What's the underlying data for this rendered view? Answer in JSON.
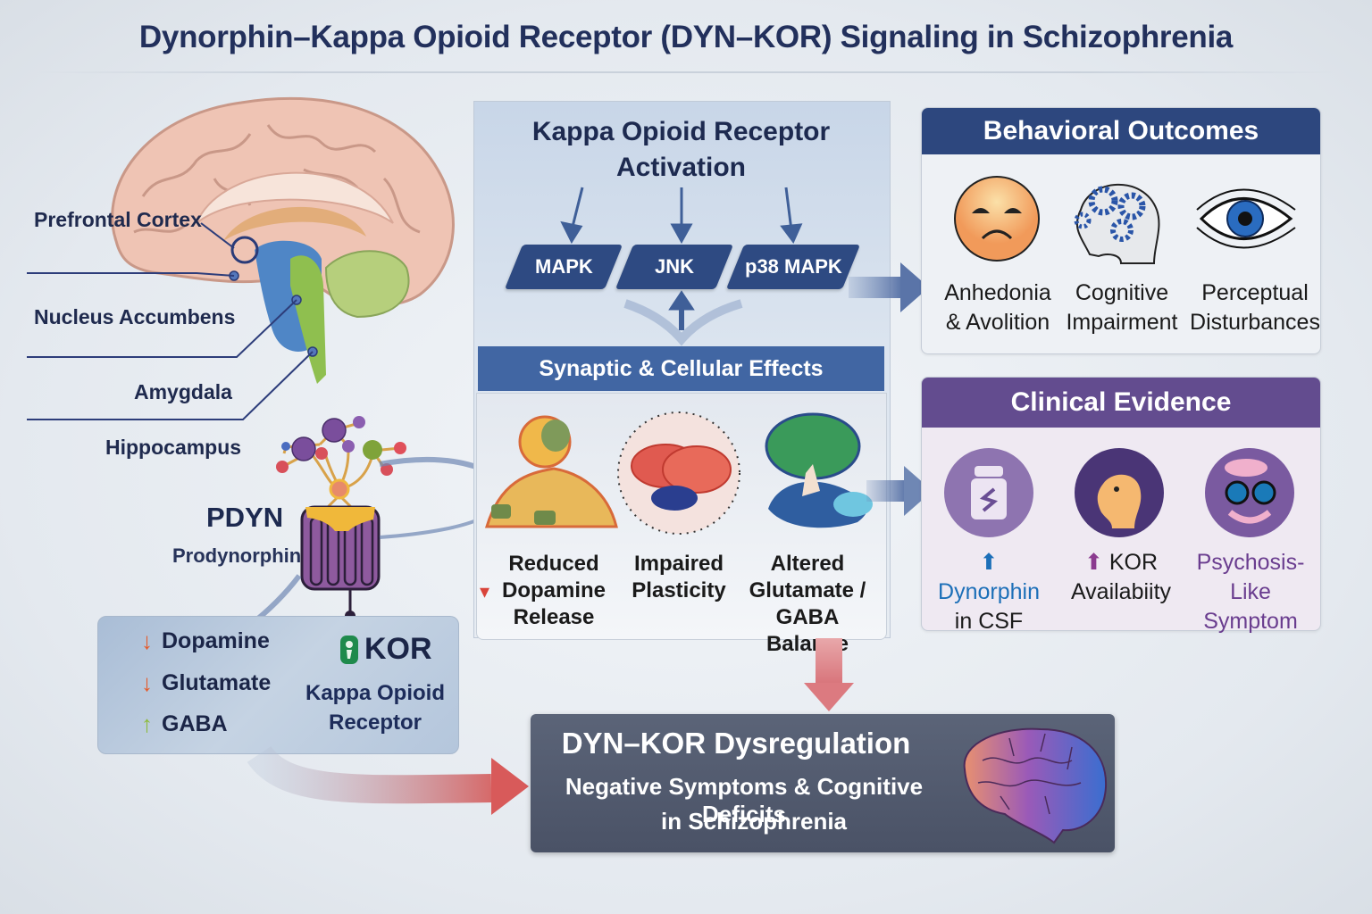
{
  "title": "Dynorphin–Kappa Opioid Receptor (DYN–KOR) Signaling in Schizophrenia",
  "brain_regions": [
    {
      "label": "Prefrontal Cortex"
    },
    {
      "label": "Nucleus Accumbens"
    },
    {
      "label": "Amygdala"
    },
    {
      "label": "Hippocampus"
    }
  ],
  "pdyn": {
    "label": "PDYN",
    "sublabel": "Prodynorphin"
  },
  "neurotransmitters": {
    "items": [
      {
        "name": "Dopamine",
        "direction": "decrease",
        "arrow": "↓",
        "color": "#e45a2a"
      },
      {
        "name": "Glutamate",
        "direction": "decrease",
        "arrow": "↓",
        "color": "#e45a2a"
      },
      {
        "name": "GABA",
        "direction": "increase",
        "arrow": "↑",
        "color": "#8dbb3a"
      }
    ],
    "kor_label": "KOR",
    "kor_sublabel_line1": "Kappa Opioid",
    "kor_sublabel_line2": "Receptor"
  },
  "kor_activation": {
    "title_line1": "Kappa Opioid Receptor",
    "title_line2": "Activation",
    "kinases": [
      "MAPK",
      "JNK",
      "p38 MAPK"
    ]
  },
  "synaptic_effects": {
    "header": "Synaptic & Cellular Effects",
    "items": [
      {
        "line1": "Reduced",
        "line2": "Dopamine",
        "line3": "Release"
      },
      {
        "line1": "Impaired",
        "line2": "Plasticity",
        "line3": ""
      },
      {
        "line1": "Altered",
        "line2": "Glutamate /",
        "line3": "GABA Balance"
      }
    ]
  },
  "behavioral_outcomes": {
    "header": "Behavioral Outcomes",
    "header_color": "#2d477e",
    "items": [
      {
        "icon": "sad-face-icon",
        "line1": "Anhedonia",
        "line2": "& Avolition"
      },
      {
        "icon": "head-gears-icon",
        "line1": "Cognitive",
        "line2": "Impairment"
      },
      {
        "icon": "eye-icon",
        "line1": "Perceptual",
        "line2": "Disturbances"
      }
    ]
  },
  "clinical_evidence": {
    "header": "Clinical Evidence",
    "header_color": "#634c8f",
    "items": [
      {
        "icon": "vial-icon",
        "arrow": "⬆",
        "line1": "Dynorphin",
        "line2": "in CSF",
        "color": "#1c6fb8"
      },
      {
        "icon": "head-profile-icon",
        "arrow": "⬆",
        "line1": "KOR",
        "line2": "Availabiity",
        "color": "#8b3a8f"
      },
      {
        "icon": "psychosis-face-icon",
        "arrow": "",
        "line1": "Psychosis-",
        "line2": "Like Symptom",
        "color": "#6a3d8f"
      }
    ]
  },
  "dysregulation": {
    "title": "DYN–KOR Dysregulation",
    "line1": "Negative Symptoms & Cognitive Deficits",
    "line2": "in Schizophrenia"
  }
}
